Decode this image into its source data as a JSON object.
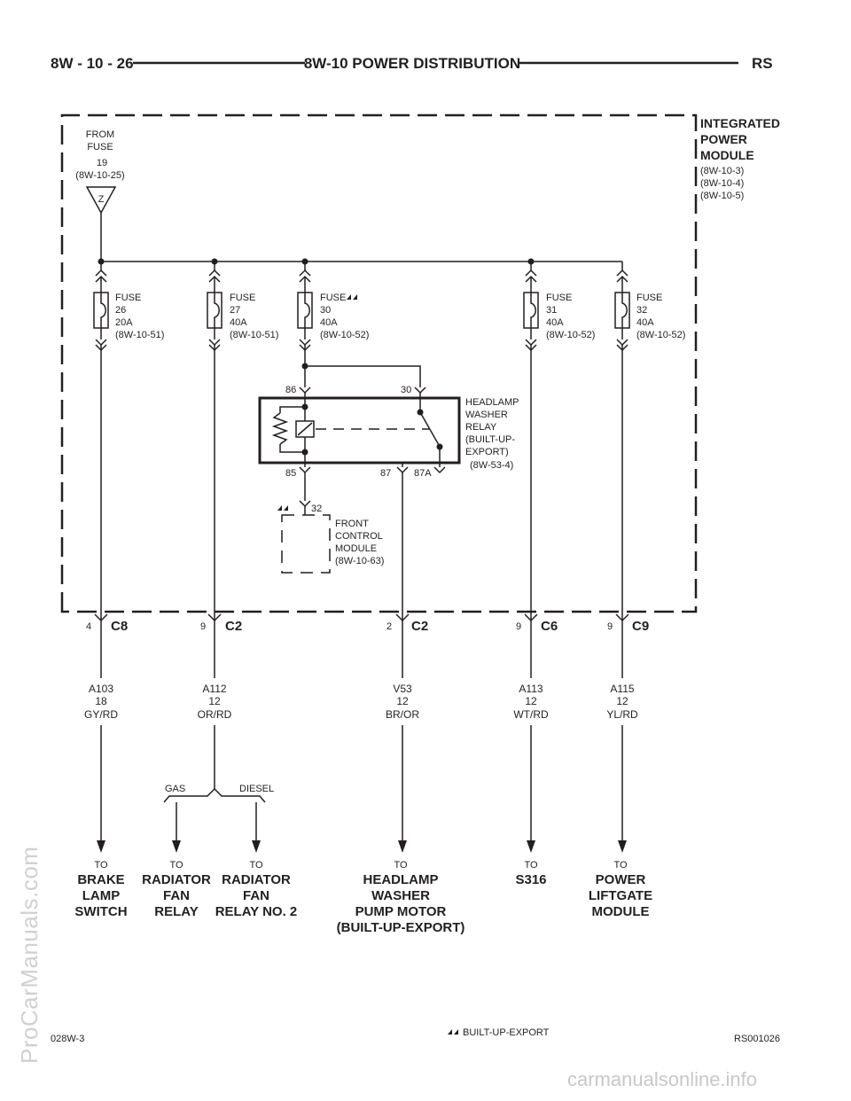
{
  "header": {
    "left": "8W - 10 - 26",
    "center": "8W-10 POWER DISTRIBUTION",
    "right": "RS"
  },
  "ipm": {
    "title": [
      "INTEGRATED",
      "POWER",
      "MODULE"
    ],
    "refs": [
      "(8W-10-3)",
      "(8W-10-4)",
      "(8W-10-5)"
    ]
  },
  "source": {
    "lines": [
      "FROM",
      "FUSE",
      "19",
      "(8W-10-25)"
    ],
    "symbol": "Z"
  },
  "fuses": [
    {
      "label": "FUSE",
      "num": "26",
      "amp": "20A",
      "ref": "(8W-10-51)",
      "export": false
    },
    {
      "label": "FUSE",
      "num": "27",
      "amp": "40A",
      "ref": "(8W-10-51)",
      "export": false
    },
    {
      "label": "FUSE",
      "num": "30",
      "amp": "40A",
      "ref": "(8W-10-52)",
      "export": true
    },
    {
      "label": "FUSE",
      "num": "31",
      "amp": "40A",
      "ref": "(8W-10-52)",
      "export": false
    },
    {
      "label": "FUSE",
      "num": "32",
      "amp": "40A",
      "ref": "(8W-10-52)",
      "export": false
    }
  ],
  "relay": {
    "lines": [
      "HEADLAMP",
      "WASHER",
      "RELAY",
      "(BUILT-UP-",
      "EXPORT)",
      "(8W-53-4)"
    ],
    "pins": {
      "p86": "86",
      "p30": "30",
      "p85": "85",
      "p87": "87",
      "p87a": "87A"
    }
  },
  "fcm": {
    "pin": "32",
    "lines": [
      "FRONT",
      "CONTROL",
      "MODULE",
      "(8W-10-63)"
    ]
  },
  "connectors": [
    {
      "pin": "4",
      "name": "C8"
    },
    {
      "pin": "9",
      "name": "C2"
    },
    {
      "pin": "2",
      "name": "C2"
    },
    {
      "pin": "9",
      "name": "C6"
    },
    {
      "pin": "9",
      "name": "C9"
    }
  ],
  "wires": [
    {
      "circuit": "A103",
      "gauge": "18",
      "color": "GY/RD"
    },
    {
      "circuit": "A112",
      "gauge": "12",
      "color": "OR/RD"
    },
    {
      "circuit": "V53",
      "gauge": "12",
      "color": "BR/OR"
    },
    {
      "circuit": "A113",
      "gauge": "12",
      "color": "WT/RD"
    },
    {
      "circuit": "A115",
      "gauge": "12",
      "color": "YL/RD"
    }
  ],
  "split": {
    "gas": "GAS",
    "diesel": "DIESEL"
  },
  "destinations": [
    {
      "to": "TO",
      "lines": [
        "BRAKE",
        "LAMP",
        "SWITCH"
      ]
    },
    {
      "to": "TO",
      "lines": [
        "RADIATOR",
        "FAN",
        "RELAY"
      ]
    },
    {
      "to": "TO",
      "lines": [
        "RADIATOR",
        "FAN",
        "RELAY NO. 2"
      ]
    },
    {
      "to": "TO",
      "lines": [
        "HEADLAMP",
        "WASHER",
        "PUMP MOTOR",
        "(BUILT-UP-EXPORT)"
      ]
    },
    {
      "to": "TO",
      "lines": [
        "S316"
      ]
    },
    {
      "to": "TO",
      "lines": [
        "POWER",
        "LIFTGATE",
        "MODULE"
      ]
    }
  ],
  "footer": {
    "left": "028W-3",
    "legend": "BUILT-UP-EXPORT",
    "right": "RS001026"
  },
  "watermarks": {
    "side": "ProCarManuals.com",
    "bottom": "carmanualsonline.info"
  }
}
